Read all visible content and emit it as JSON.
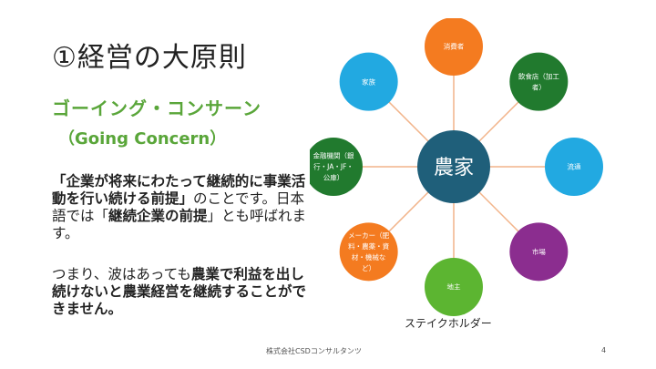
{
  "slide": {
    "title": "①経営の大原則",
    "subtitle_jp": "ゴーイング・コンサーン",
    "subtitle_en": "（Going Concern）",
    "para1": [
      {
        "text": "「企業が将来にわたって継続的に事業活動を行い続ける前提」",
        "bold": true
      },
      {
        "text": "のことです。日本語では「",
        "bold": false
      },
      {
        "text": "継続企業の前提",
        "bold": true
      },
      {
        "text": "」とも呼ばれます。",
        "bold": false
      }
    ],
    "para2": [
      {
        "text": "つまり、波はあっても",
        "bold": false
      },
      {
        "text": "農業で利益を出し続けないと農業経営を継続することができません。",
        "bold": true
      }
    ],
    "caption": "ステイクホルダー",
    "footer": "株式会社CSDコンサルタンツ",
    "page_number": "4"
  },
  "diagram": {
    "center": {
      "label": "農家",
      "color": "#1f5f7a"
    },
    "nodes": [
      {
        "lines": [
          "消費者"
        ],
        "color": "#f47b20"
      },
      {
        "lines": [
          "飲食店（加工",
          "者）"
        ],
        "color": "#217a2e"
      },
      {
        "lines": [
          "流通"
        ],
        "color": "#22a9e1"
      },
      {
        "lines": [
          "市場"
        ],
        "color": "#8b2d8f"
      },
      {
        "lines": [
          "地主"
        ],
        "color": "#5cb531"
      },
      {
        "lines": [
          "メーカー（肥",
          "料・農薬・資",
          "材・機械な",
          "ど）"
        ],
        "color": "#f47b20"
      },
      {
        "lines": [
          "金融機関（銀",
          "行・JA・JF・",
          "公庫）"
        ],
        "color": "#217a2e"
      },
      {
        "lines": [
          "家族"
        ],
        "color": "#22a9e1"
      }
    ],
    "line_color": "#f2b48a"
  }
}
